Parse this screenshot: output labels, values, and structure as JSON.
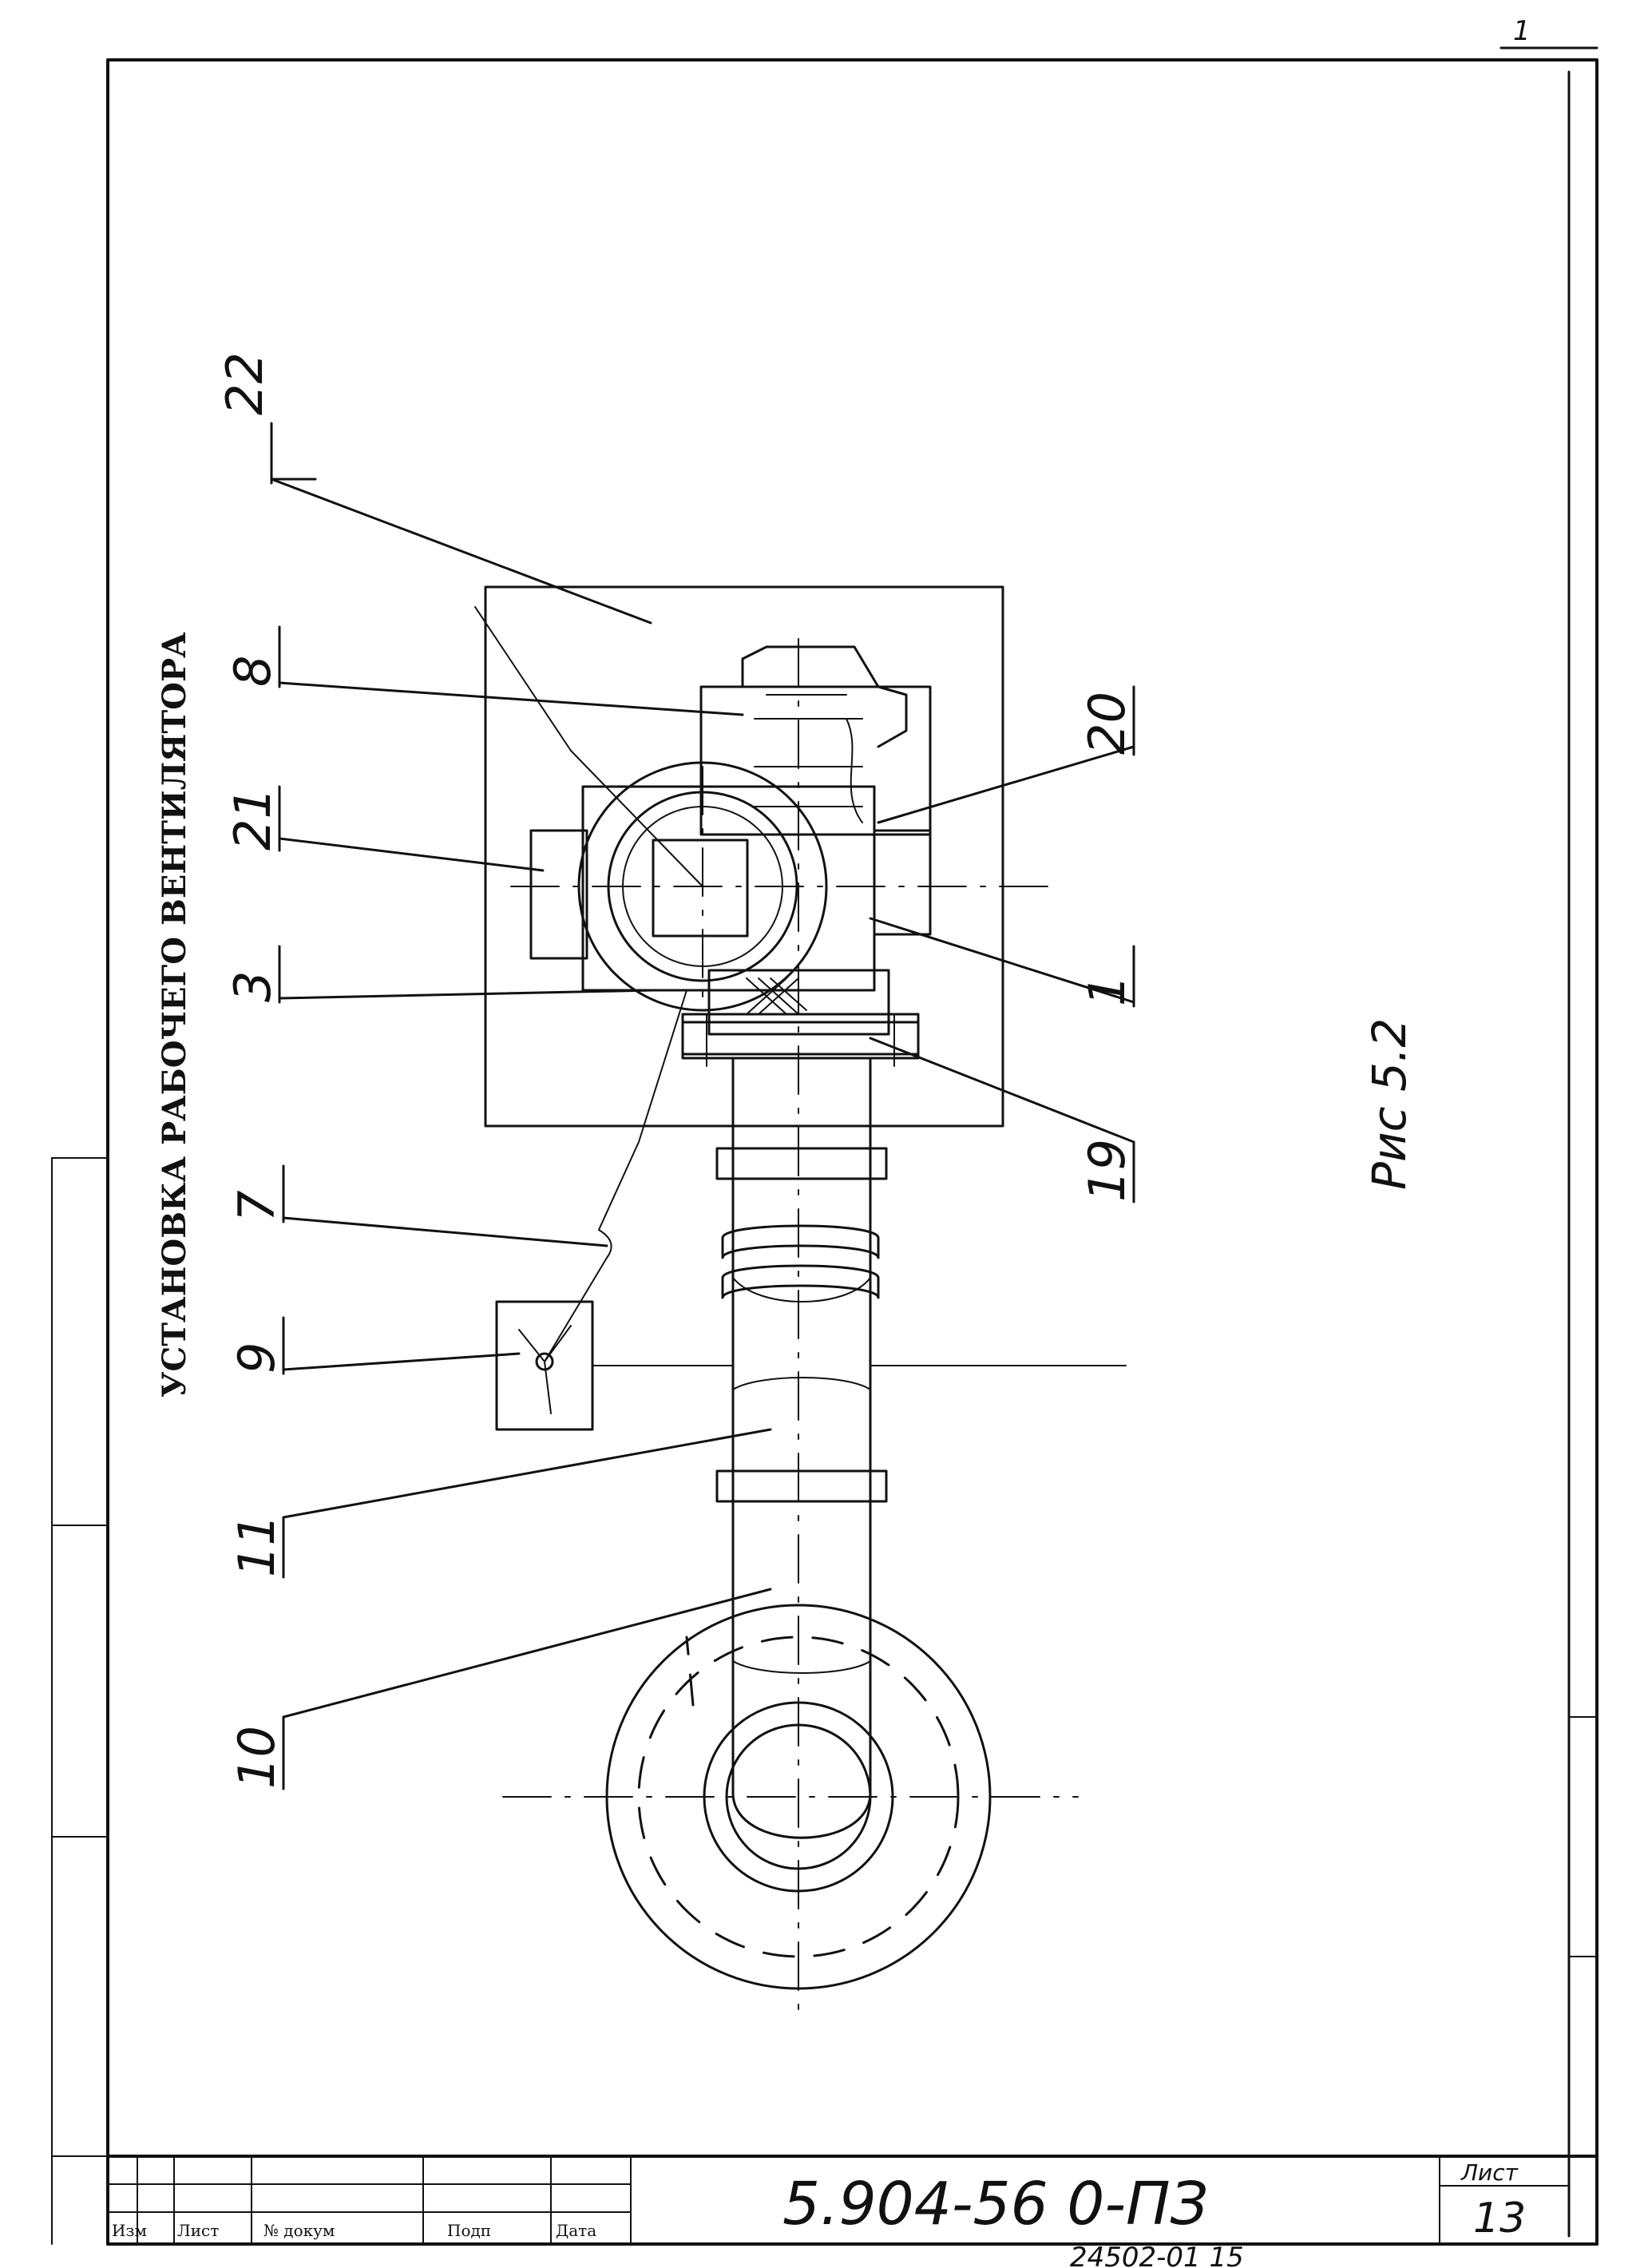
{
  "drawing": {
    "title": "УСТАНОВКА РАБОЧЕГО ВЕНТИЛЯТОРА",
    "figure_caption": "Рис 5.2",
    "sheet_corner_mark": "1",
    "bottom_stamp": "24502-01  15",
    "callouts": [
      "22",
      "8",
      "21",
      "3",
      "7",
      "9",
      "11",
      "10",
      "20",
      "1",
      "19"
    ]
  },
  "title_block": {
    "document_code": "5.904-56 0-ПЗ",
    "sheet_label": "Лист",
    "sheet_number": "13",
    "columns": [
      "Изм",
      "Лист",
      "№ докум",
      "Подп",
      "Дата"
    ]
  }
}
